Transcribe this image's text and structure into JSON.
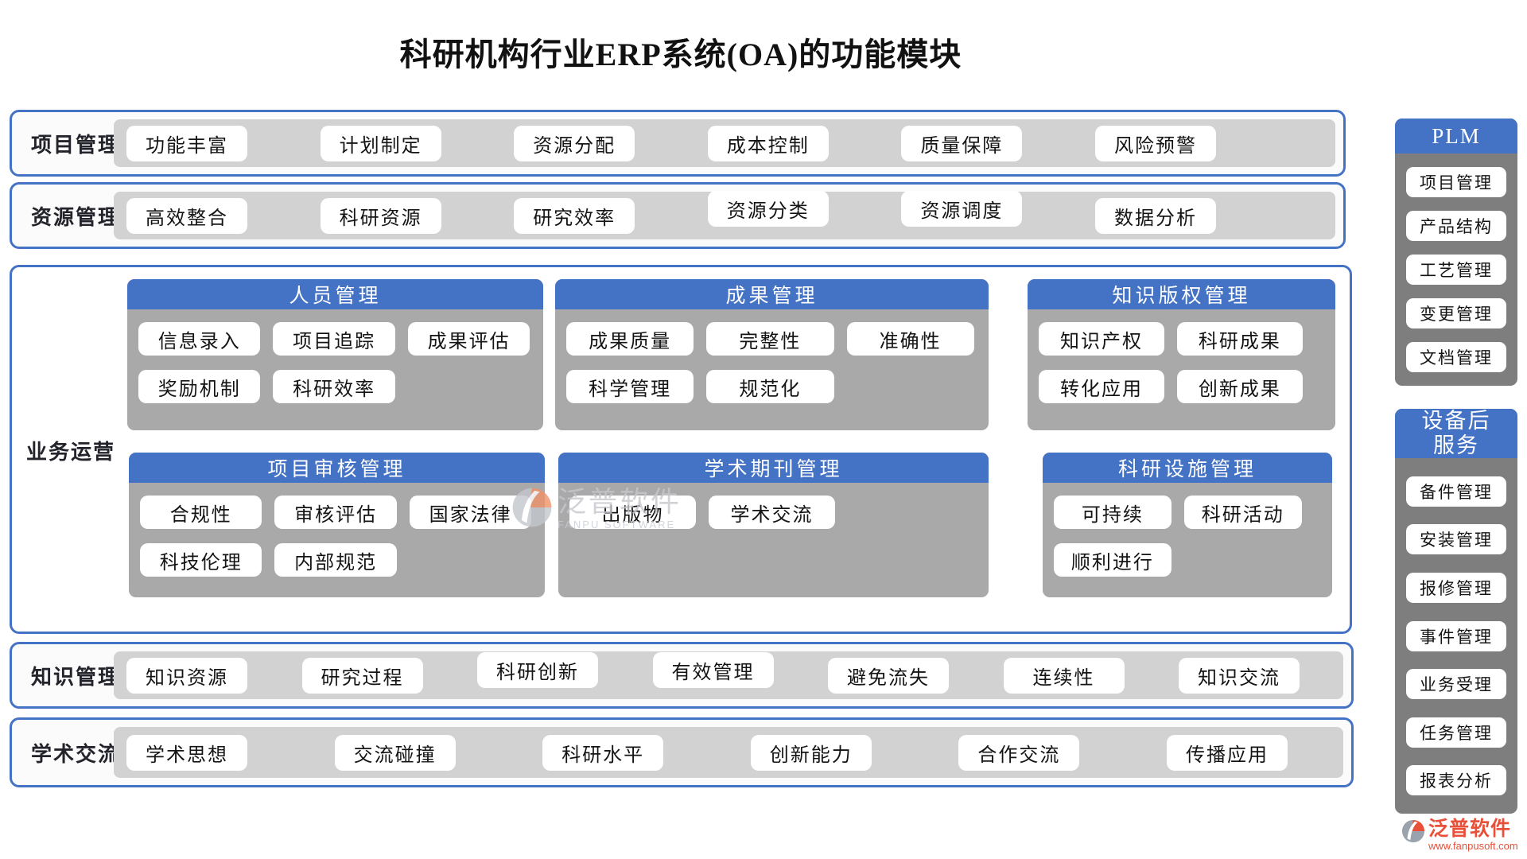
{
  "title": "科研机构行业ERP系统(OA)的功能模块",
  "colors": {
    "accent_blue": "#4472C4",
    "row_strip_gray": "#D2D2D2",
    "panel_body_gray": "#A9A9A9",
    "sidebar_body_gray": "#7E7E7E",
    "brand_red": "#E8503A"
  },
  "rows": [
    {
      "label": "项目管理",
      "buttons": [
        "功能丰富",
        "计划制定",
        "资源分配",
        "成本控制",
        "质量保障",
        "风险预警"
      ]
    },
    {
      "label": "资源管理",
      "buttons": [
        "高效整合",
        "科研资源",
        "研究效率",
        "资源分类",
        "资源调度",
        "数据分析"
      ]
    },
    {
      "label": "知识管理",
      "buttons": [
        "知识资源",
        "研究过程",
        "科研创新",
        "有效管理",
        "避免流失",
        "连续性",
        "知识交流"
      ]
    },
    {
      "label": "学术交流",
      "buttons": [
        "学术思想",
        "交流碰撞",
        "科研水平",
        "创新能力",
        "合作交流",
        "传播应用"
      ]
    }
  ],
  "operations": {
    "label": "业务运营",
    "panels": [
      {
        "title": "人员管理",
        "buttons": [
          "信息录入",
          "项目追踪",
          "成果评估",
          "奖励机制",
          "科研效率"
        ]
      },
      {
        "title": "成果管理",
        "buttons": [
          "成果质量",
          "完整性",
          "准确性",
          "科学管理",
          "规范化"
        ]
      },
      {
        "title": "知识版权管理",
        "buttons": [
          "知识产权",
          "科研成果",
          "转化应用",
          "创新成果"
        ]
      },
      {
        "title": "项目审核管理",
        "buttons": [
          "合规性",
          "审核评估",
          "国家法律",
          "科技伦理",
          "内部规范"
        ]
      },
      {
        "title": "学术期刊管理",
        "buttons": [
          "出版物",
          "学术交流"
        ]
      },
      {
        "title": "科研设施管理",
        "buttons": [
          "可持续",
          "科研活动",
          "顺利进行"
        ]
      }
    ]
  },
  "sidebar": [
    {
      "title": "PLM",
      "items": [
        "项目管理",
        "产品结构",
        "工艺管理",
        "变更管理",
        "文档管理"
      ]
    },
    {
      "title": "设备后服务",
      "items": [
        "备件管理",
        "安装管理",
        "报修管理",
        "事件管理",
        "业务受理",
        "任务管理",
        "报表分析"
      ]
    }
  ],
  "watermark": {
    "name": "泛普软件",
    "subtitle": "FANPU SOFTWARE"
  },
  "footer_logo": {
    "name": "泛普软件",
    "url": "www.fanpusoft.com"
  }
}
